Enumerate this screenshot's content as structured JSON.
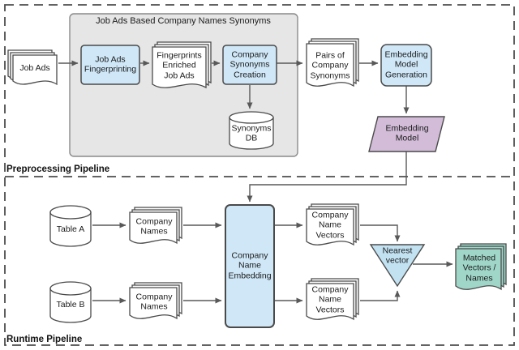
{
  "sections": {
    "preprocessing": "Preprocessing Pipeline",
    "runtime": "Runtime Pipeline"
  },
  "container": {
    "title": "Job Ads Based Company Names Synonyms"
  },
  "nodes": {
    "job_ads": "Job Ads",
    "job_ads_fingerprinting": "Job Ads\nFingerprinting",
    "fingerprints_enriched_job_ads": "Fingerprints\nEnriched\nJob Ads",
    "company_synonyms_creation": "Company\nSynonyms\nCreation",
    "synonyms_db": "Synonyms\nDB",
    "pairs_of_company_synonyms": "Pairs of\nCompany\nSynonyms",
    "embedding_model_generation": "Embedding\nModel\nGeneration",
    "embedding_model": "Embedding\nModel",
    "table_a": "Table A",
    "table_b": "Table B",
    "company_names_a": "Company\nNames",
    "company_names_b": "Company\nNames",
    "company_name_embedding": "Company\nName\nEmbedding",
    "company_name_vectors_a": "Company\nName\nVectors",
    "company_name_vectors_b": "Company\nName\nVectors",
    "nearest_vector": "Nearest\nvector",
    "matched_vectors_names": "Matched\nVectors /\nNames"
  },
  "colors": {
    "process_fill": "#cfe7f7",
    "triangle_fill": "#c2e2f2",
    "model_fill": "#d2bcd8",
    "matched_fill": "#9fd6c8",
    "container_fill": "#e6e6e6",
    "sheet_fill": "#ffffff",
    "shape_stroke": "#4a4a4a",
    "container_stroke": "#8a8a8a",
    "arrow_color": "#595959",
    "dashed_border_color": "#4d4d4d"
  }
}
